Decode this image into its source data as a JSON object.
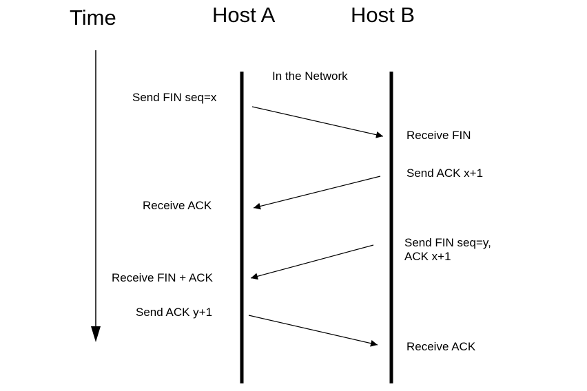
{
  "headers": {
    "time": "Time",
    "host_a": "Host A",
    "host_b": "Host B"
  },
  "network_label": "In the Network",
  "host_a_events": [
    "Send FIN seq=x",
    "Receive  ACK",
    "Receive FIN + ACK",
    "Send ACK y+1"
  ],
  "host_b_events": [
    "Receive FIN",
    "Send ACK x+1",
    "Send FIN seq=y,\nACK x+1",
    "Receive ACK"
  ],
  "messages": [
    {
      "from": "Host A",
      "to": "Host B",
      "label": "FIN seq=x"
    },
    {
      "from": "Host B",
      "to": "Host A",
      "label": "ACK x+1"
    },
    {
      "from": "Host B",
      "to": "Host A",
      "label": "FIN seq=y, ACK x+1"
    },
    {
      "from": "Host A",
      "to": "Host B",
      "label": "ACK y+1"
    }
  ],
  "colors": {
    "ink": "#000000",
    "background": "#ffffff"
  }
}
